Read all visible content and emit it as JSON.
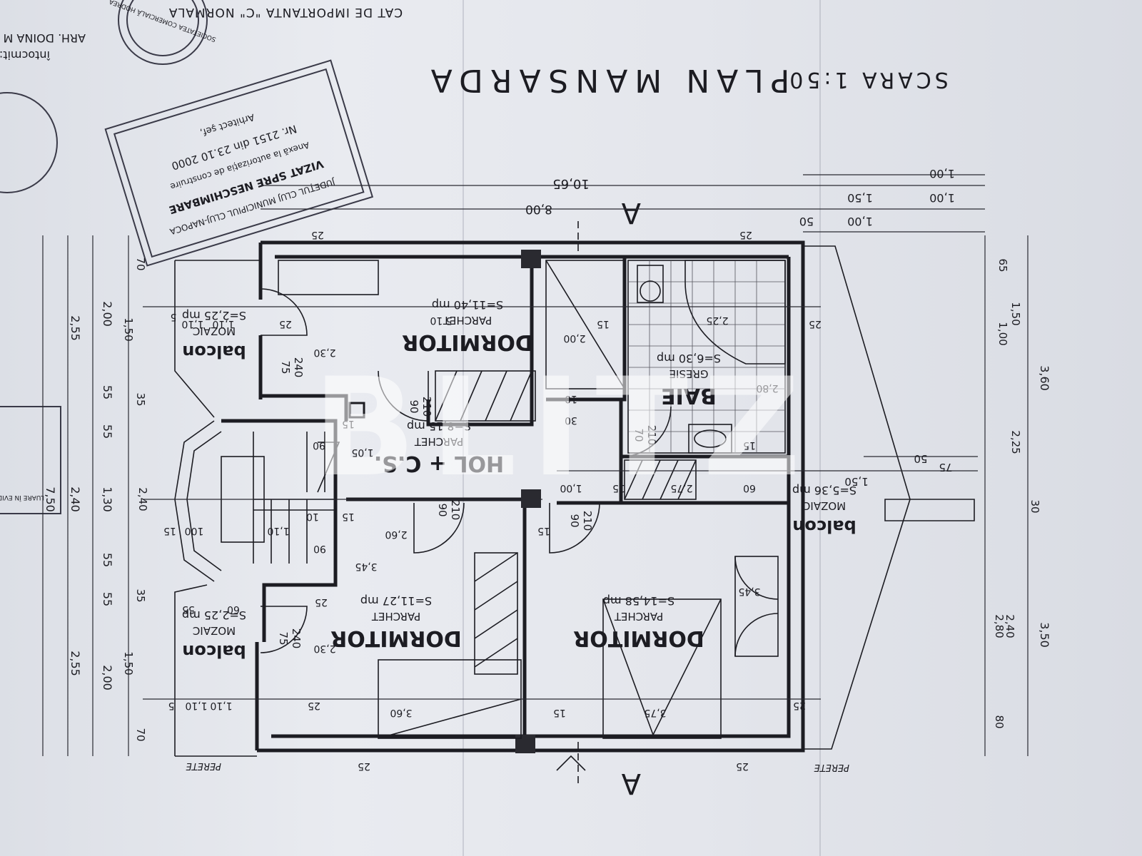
{
  "drawing": {
    "title": "PLAN MANSARDA",
    "scale": "SCARA 1:50",
    "importance": "CAT DE IMPORTANTA \"C\" NORMALA",
    "drawn_by_label": "întocmit:",
    "architect": "ARH. DOINA M",
    "section_marker": "A",
    "watermark": "BLITZ",
    "facade_label": "PERETE"
  },
  "stamps": {
    "main": {
      "line1": "JUDEȚUL CLUJ MUNICIPIUL CLUJ-NAPOCA",
      "line2": "VIZAT SPRE NESCHIMBARE",
      "line3": "Anexă la autorizația de construire",
      "line4": "Nr. 2151 din 23.10 2000",
      "line5": "Arhitect şef,"
    },
    "round": "SOCIETATEA COMERCIALĂ HODREA",
    "side": "LUARE ÎN EVIDENȚĂ C.F. AUTOR"
  },
  "rooms": [
    {
      "name": "DORMITOR",
      "floor": "PARCHET",
      "area": "S=11,40 mp"
    },
    {
      "name": "DORMITOR",
      "floor": "PARCHET",
      "area": "S=11,27 mp"
    },
    {
      "name": "DORMITOR",
      "floor": "PARCHET",
      "area": "S=14,58 mp"
    },
    {
      "name": "HOL + C.S.",
      "floor": "PARCHET",
      "area": "S=8,15 mp"
    },
    {
      "name": "BAIE",
      "floor": "GRESIE",
      "area": "S=6,30 mp"
    },
    {
      "name": "balcon",
      "floor": "MOZAIC",
      "area": "S=2,25 mp"
    },
    {
      "name": "balcon",
      "floor": "MOZAIC",
      "area": "S=2,25 mp"
    },
    {
      "name": "balcon",
      "floor": "MOZAIC",
      "area": "S=5,36 mp"
    }
  ],
  "doors": [
    {
      "w": "90",
      "h": "210"
    },
    {
      "w": "70",
      "h": "210"
    },
    {
      "w": "90",
      "h": "210"
    },
    {
      "w": "90",
      "h": "210"
    },
    {
      "w": "75",
      "h": "240"
    },
    {
      "w": "75",
      "h": "240"
    }
  ],
  "dimensions": {
    "top_overall": "10,65",
    "top_main": "8,00",
    "top_right": [
      "1,00",
      "1,00",
      "1,50",
      "1,00",
      "50"
    ],
    "right_outer": [
      "3,60",
      "3,50"
    ],
    "right_inner": [
      "65",
      "1,00",
      "1,50",
      "2,25",
      "30",
      "2,80",
      "2,40",
      "80"
    ],
    "right_misc": [
      "50",
      "75",
      "1,50"
    ],
    "left_outer": [
      "7,50"
    ],
    "left_mid": [
      "2,55",
      "2,40",
      "2,55"
    ],
    "left_inner": [
      "2,00",
      "55",
      "55",
      "1,30",
      "55",
      "55",
      "2,00"
    ],
    "left_near": [
      "1,50",
      "35",
      "2,40",
      "35",
      "1,50",
      "70",
      "70"
    ],
    "interior": [
      "25",
      "25",
      "25",
      "25",
      "25",
      "25",
      "25",
      "25",
      "5",
      "5",
      "1,10",
      "1,10",
      "1,10",
      "1,10",
      "5 10",
      "2,30",
      "2,30",
      "2,00",
      "15",
      "10",
      "30",
      "2,25",
      "2,80",
      "15",
      "2,75",
      "60",
      "15",
      "1,00",
      "15",
      "1,05",
      "90",
      "90",
      "2,60",
      "1,10",
      "100",
      "15",
      "10",
      "15",
      "3,45",
      "3,45",
      "60",
      "55",
      "3,60",
      "15",
      "3,75",
      "15",
      "25"
    ]
  }
}
